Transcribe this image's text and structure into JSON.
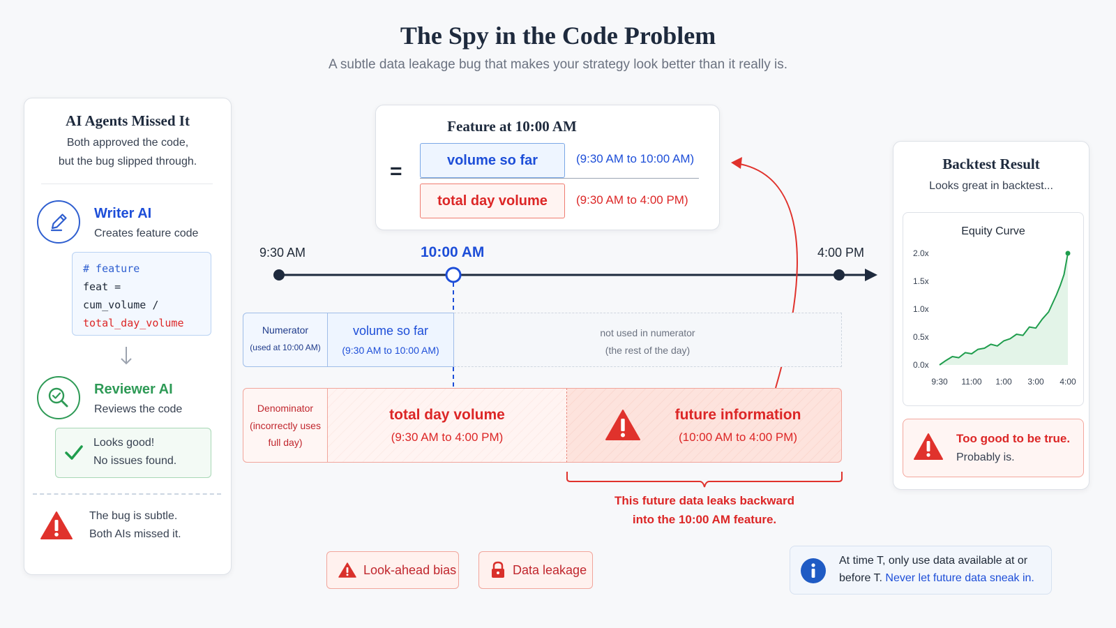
{
  "header": {
    "title": "The Spy in the Code Problem",
    "subtitle": "A subtle data leakage bug that makes your strategy look better than it really is."
  },
  "left_panel": {
    "title": "AI Agents Missed It",
    "subtitle_line1": "Both approved the code,",
    "subtitle_line2": "but the bug slipped through.",
    "writer": {
      "name": "Writer AI",
      "description": "Creates feature code",
      "icon": "pencil-icon",
      "code_lines": [
        "# feature",
        "feat =",
        "cum_volume /",
        "total_day_volume"
      ]
    },
    "reviewer": {
      "name": "Reviewer AI",
      "description": "Reviews the code",
      "icon": "magnifier-check-icon",
      "result_line1": "Looks good!",
      "result_line2": "No issues found."
    },
    "footer_line1": "The bug is subtle.",
    "footer_line2": "Both AIs missed it."
  },
  "formula": {
    "title": "Feature at 10:00 AM",
    "equals": "=",
    "numerator_label": "volume so far",
    "numerator_range": "(9:30 AM to 10:00 AM)",
    "denominator_label": "total day volume",
    "denominator_range": "(9:30 AM to 4:00 PM)"
  },
  "timeline": {
    "start": "9:30 AM",
    "current": "10:00 AM",
    "end": "4:00 PM"
  },
  "numerator_row": {
    "label": "Numerator",
    "label_sub": "(used at 10:00 AM)",
    "used_title": "volume so far",
    "used_range": "(9:30 AM to 10:00 AM)",
    "unused_line1": "not used in numerator",
    "unused_line2": "(the rest of the day)"
  },
  "denominator_row": {
    "label": "Denominator",
    "label_sub1": "(incorrectly uses",
    "label_sub2": "full day)",
    "total_title": "total day volume",
    "total_range": "(9:30 AM to 4:00 PM)",
    "future_title": "future information",
    "future_range": "(10:00 AM to 4:00 PM)"
  },
  "leak_note": {
    "line1": "This future data leaks backward",
    "line2": "into the 10:00 AM feature."
  },
  "backtest": {
    "title": "Backtest Result",
    "subtitle": "Looks great in backtest...",
    "warning_line1": "Too good to be true.",
    "warning_line2": "Probably is."
  },
  "chart_data": {
    "type": "area",
    "title": "Equity Curve",
    "x_ticks": [
      "9:30",
      "11:00",
      "1:00",
      "3:00",
      "4:00"
    ],
    "y_ticks": [
      "0.0x",
      "0.5x",
      "1.0x",
      "1.5x",
      "2.0x"
    ],
    "ylim": [
      0,
      2.0
    ],
    "x": [
      0,
      0.05,
      0.1,
      0.15,
      0.2,
      0.25,
      0.3,
      0.35,
      0.4,
      0.45,
      0.5,
      0.55,
      0.6,
      0.65,
      0.7,
      0.75,
      0.8,
      0.85,
      0.88,
      0.91,
      0.94,
      0.97,
      1.0
    ],
    "values": [
      0.0,
      0.08,
      0.15,
      0.13,
      0.22,
      0.2,
      0.28,
      0.3,
      0.37,
      0.34,
      0.43,
      0.47,
      0.55,
      0.53,
      0.68,
      0.66,
      0.82,
      0.95,
      1.1,
      1.25,
      1.42,
      1.62,
      2.0
    ],
    "line_color": "#1f9d4d",
    "fill_color": "#e3f4e8"
  },
  "badges": {
    "lookahead": "Look-ahead bias",
    "leakage": "Data leakage"
  },
  "info": {
    "line1": "At time T, only use data available at or",
    "line2_plain": "before T.",
    "line2_highlight": "Never let future data sneak in."
  },
  "colors": {
    "blue": "#1d4ed8",
    "red": "#dc2626",
    "green": "#1f9d4d",
    "navy": "#1e2a3d"
  }
}
